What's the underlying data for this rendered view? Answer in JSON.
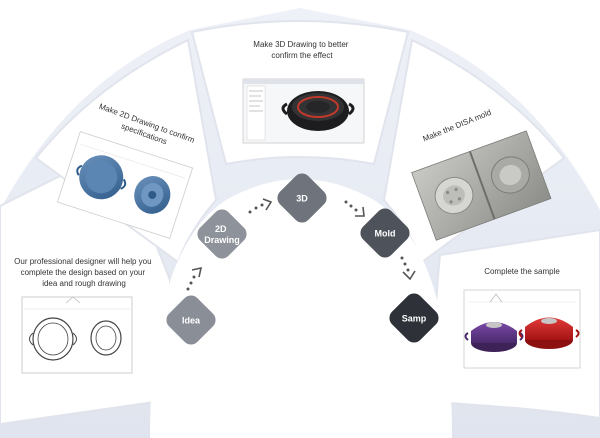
{
  "steps": [
    {
      "caption": [
        "Our professional designer will help you",
        "complete the design based on your",
        "idea and rough drawing"
      ]
    },
    {
      "caption": [
        "Make 2D Drawing to confirm",
        "specifications"
      ]
    },
    {
      "caption": [
        "Make 3D Drawing to better",
        "confirm the effect"
      ]
    },
    {
      "caption": [
        "Make the DISA mold"
      ]
    },
    {
      "caption": [
        "Complete the sample"
      ]
    }
  ],
  "nodes": [
    {
      "label": [
        "Idea"
      ],
      "color": "#8a8e96"
    },
    {
      "label": [
        "2D",
        "Drawing"
      ],
      "color": "#8e929a"
    },
    {
      "label": [
        "3D"
      ],
      "color": "#6e737c"
    },
    {
      "label": [
        "Mold"
      ],
      "color": "#4e535b"
    },
    {
      "label": [
        "Samp"
      ],
      "color": "#2e3238"
    }
  ],
  "colors": {
    "panel": "#ffffff",
    "panel_border": "#e1e4ec",
    "band": "#edf0f6"
  }
}
